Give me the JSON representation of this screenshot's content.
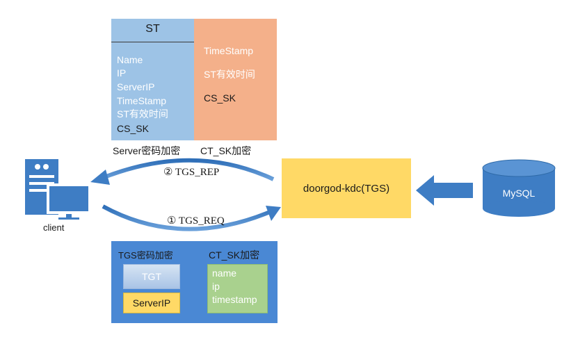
{
  "st_ticket": {
    "title": "ST",
    "left_fields": [
      "Name",
      "IP",
      "ServerIP",
      "TimeStamp",
      "ST有效时间",
      "CS_SK"
    ],
    "right_fields": [
      "TimeStamp",
      "ST有效时间",
      "CS_SK"
    ],
    "left_caption": "Server密码加密",
    "right_caption": "CT_SK加密"
  },
  "arrows": {
    "reply_label": "② TGS_REP",
    "request_label": "① TGS_REQ"
  },
  "nodes": {
    "client": "client",
    "kdc": "doorgod-kdc(TGS)",
    "db": "MySQL"
  },
  "tgs_request": {
    "tgs_caption": "TGS密码加密",
    "tgt": "TGT",
    "server_ip": "ServerIP",
    "ctsk_caption": "CT_SK加密",
    "ctsk_fields": [
      "name",
      "ip",
      "timestamp"
    ]
  },
  "colors": {
    "st_left": "#9dc3e6",
    "st_right": "#f4b08a",
    "kdc": "#ffd966",
    "arrow_blue": "#3e7dc4",
    "request_block": "#4a88d4",
    "green": "#a9d18e"
  }
}
